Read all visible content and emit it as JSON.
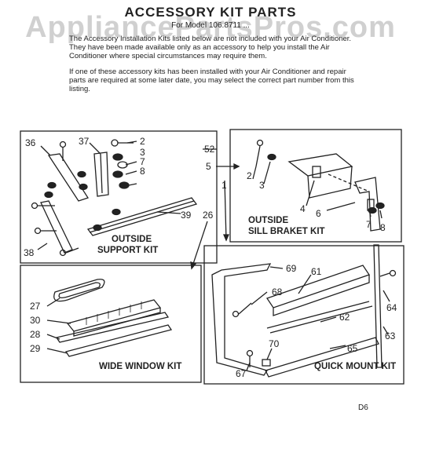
{
  "title": "ACCESSORY KIT PARTS",
  "subtitle": "For Model 106.8711 ...",
  "watermark": "AppliancePartsPros.com",
  "intro": [
    "The Accessory Installation Kits listed below are not included with your Air Conditioner. They have been made available only as an accessory to help you install the Air Conditioner where special circumstances may require them.",
    "If one of these accessory kits has been installed with your Air Conditioner and repair parts are required at some later date, you may select the correct part number from this listing."
  ],
  "kits": {
    "support": "OUTSIDE SUPPORT KIT",
    "sill_line1": "OUTSIDE",
    "sill_line2": "SILL BRAKET KIT",
    "wide": "WIDE WINDOW KIT",
    "quick": "QUICK MOUNT KIT"
  },
  "callouts": {
    "c36": "36",
    "c37": "37",
    "c2a": "2",
    "c3a": "3",
    "c7a": "7",
    "c8a": "8",
    "c52": "52",
    "c39": "39",
    "c38": "38",
    "c26": "26",
    "c5": "5",
    "c2b": "2",
    "c3b": "3",
    "c4": "4",
    "c6": "6",
    "c7b": "7",
    "c8b": "8",
    "c1": "1",
    "c27": "27",
    "c30": "30",
    "c28": "28",
    "c29": "29",
    "c69": "69",
    "c61": "61",
    "c68": "68",
    "c62": "62",
    "c64": "64",
    "c63": "63",
    "c65": "65",
    "c70": "70",
    "c67": "67"
  },
  "page_number": "D6"
}
